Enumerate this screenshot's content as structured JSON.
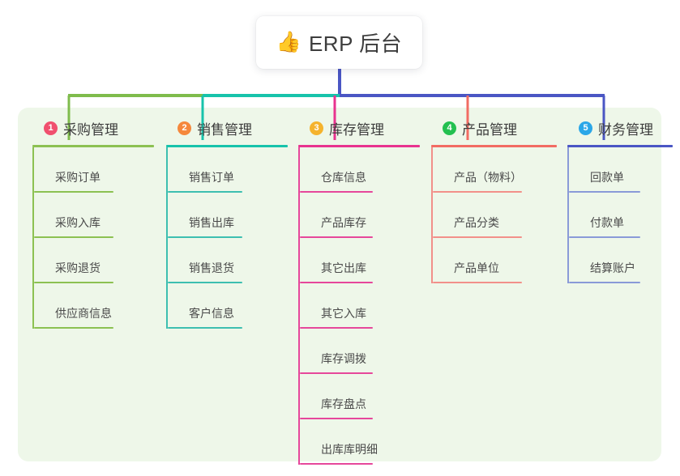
{
  "root": {
    "icon": "thumbs-up-emoji",
    "emoji": "👍",
    "title": "ERP 后台"
  },
  "palette": {
    "panel_bg": "#eef7e9",
    "page_bg": "#ffffff",
    "bus_green": "#7fbc4c",
    "bus_teal": "#17c3ab",
    "bus_blue": "#4a56c4",
    "drop_green": "#7fbc4c",
    "drop_teal": "#17c3ab",
    "drop_pink": "#e8338f",
    "drop_red": "#f26c63",
    "drop_blue": "#4a56c4",
    "root_stem": "#4a56c4"
  },
  "columns": [
    {
      "number": "1",
      "title": "采购管理",
      "badge_color": "#f0506e",
      "rule_color": "#8cc152",
      "line_color": "#8cc152",
      "items": [
        {
          "label": "采购订单"
        },
        {
          "label": "采购入库"
        },
        {
          "label": "采购退货"
        },
        {
          "label": "供应商信息"
        }
      ]
    },
    {
      "number": "2",
      "title": "销售管理",
      "badge_color": "#f5883c",
      "rule_color": "#17c3ab",
      "line_color": "#3dbfb0",
      "items": [
        {
          "label": "销售订单"
        },
        {
          "label": "销售出库"
        },
        {
          "label": "销售退货"
        },
        {
          "label": "客户信息"
        }
      ]
    },
    {
      "number": "3",
      "title": "库存管理",
      "badge_color": "#f5b32d",
      "rule_color": "#e8338f",
      "line_color": "#e6479b",
      "items": [
        {
          "label": "仓库信息"
        },
        {
          "label": "产品库存"
        },
        {
          "label": "其它出库"
        },
        {
          "label": "其它入库"
        },
        {
          "label": "库存调拨"
        },
        {
          "label": "库存盘点"
        },
        {
          "label": "出库库明细"
        }
      ]
    },
    {
      "number": "4",
      "title": "产品管理",
      "badge_color": "#23c050",
      "rule_color": "#f26c63",
      "line_color": "#f2908a",
      "items": [
        {
          "label": "产品（物料）"
        },
        {
          "label": "产品分类"
        },
        {
          "label": "产品单位"
        }
      ]
    },
    {
      "number": "5",
      "title": "财务管理",
      "badge_color": "#2ba7e8",
      "rule_color": "#4a56c4",
      "line_color": "#8a9ad8",
      "items": [
        {
          "label": "回款单"
        },
        {
          "label": "付款单"
        },
        {
          "label": "结算账户"
        }
      ]
    }
  ]
}
